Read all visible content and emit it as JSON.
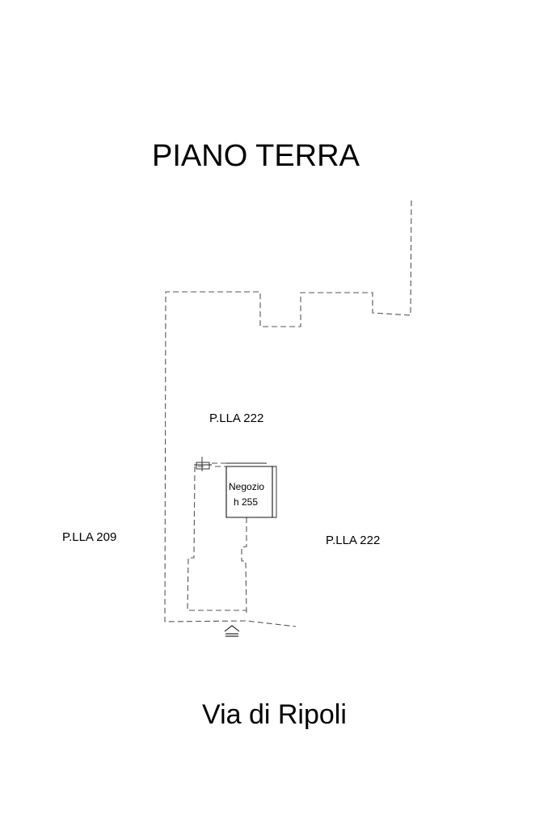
{
  "drawing": {
    "title": "PIANO TERRA",
    "street": "Via di Ripoli"
  },
  "parcels": {
    "top": "P.LLA 222",
    "left": "P.LLA 209",
    "right": "P.LLA 222"
  },
  "room": {
    "name": "Negozio",
    "height": "h 255"
  },
  "icons": {
    "entrance": "entrance-arrow-icon"
  }
}
